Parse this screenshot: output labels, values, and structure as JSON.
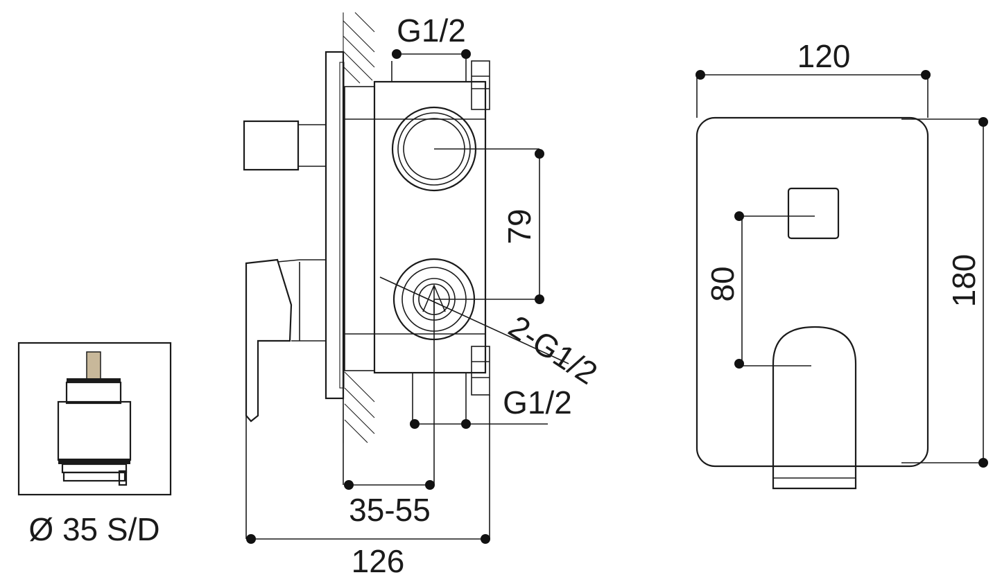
{
  "colors": {
    "line": "#1a1a1a",
    "background": "#ffffff",
    "cartridge_stem": "#c8b89a"
  },
  "side_view": {
    "dim_top_connection": "G1/2",
    "dim_center_distance": "79",
    "dim_outlets": "2-G1/2",
    "dim_bottom_connection": "G1/2",
    "dim_wall_depth": "35-55",
    "dim_total_depth": "126"
  },
  "front_view": {
    "dim_width": "120",
    "dim_height": "180",
    "dim_handle_distance": "80"
  },
  "cartridge": {
    "label": "Ø 35 S/D"
  }
}
